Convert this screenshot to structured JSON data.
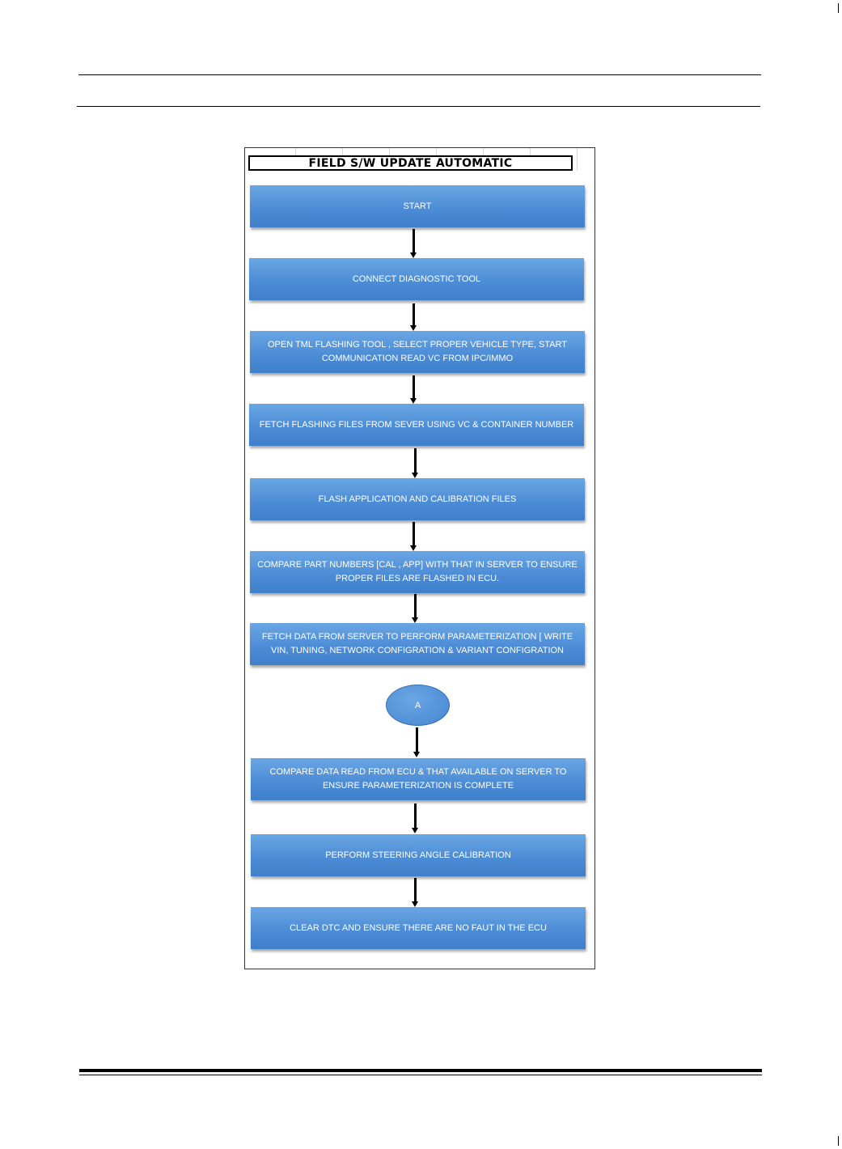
{
  "title": "FIELD S/W UPDATE AUTOMATIC",
  "steps": [
    "START",
    "CONNECT DIAGNOSTIC TOOL",
    "OPEN TML FLASHING TOOL , SELECT PROPER VEHICLE TYPE, START COMMUNICATION READ VC FROM IPC/IMMO",
    "FETCH FLASHING FILES FROM SEVER USING VC & CONTAINER NUMBER",
    "FLASH APPLICATION AND CALIBRATION FILES",
    "COMPARE PART NUMBERS [CAL , APP]  WITH THAT IN SERVER TO ENSURE PROPER FILES ARE FLASHED IN ECU.",
    "FETCH DATA FROM SERVER TO PERFORM PARAMETERIZATION [ WRITE VIN, TUNING, NETWORK CONFIGRATION & VARIANT CONFIGRATION",
    "COMPARE DATA READ FROM ECU & THAT AVAILABLE ON SERVER TO ENSURE PARAMETERIZATION IS COMPLETE",
    "PERFORM STEERING ANGLE CALIBRATION",
    "CLEAR DTC AND ENSURE THERE ARE NO FAUT IN THE ECU"
  ],
  "connector_label": "A",
  "colors": {
    "box_fill": "#4d8dd6",
    "box_text": "#ffffff",
    "arrow": "#000000"
  }
}
